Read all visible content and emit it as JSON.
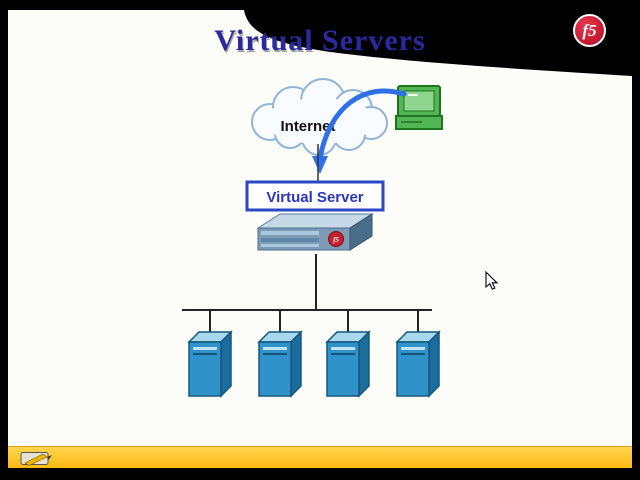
{
  "slide": {
    "title": "Virtual Servers",
    "brand_logo_text": "f5"
  },
  "diagram": {
    "internet_label": "Internet",
    "virtual_server_label": "Virtual Server",
    "appliance_badge_text": "f5",
    "server_count": 4
  },
  "colors": {
    "title_blue": "#2a2aa0",
    "box_border_blue": "#2b47c9",
    "arrow_blue": "#2f6fe8",
    "server_blue": "#2f93c9",
    "toolbar_yellow": "#fdb913",
    "logo_red": "#b00d24",
    "computer_green": "#53b553"
  }
}
